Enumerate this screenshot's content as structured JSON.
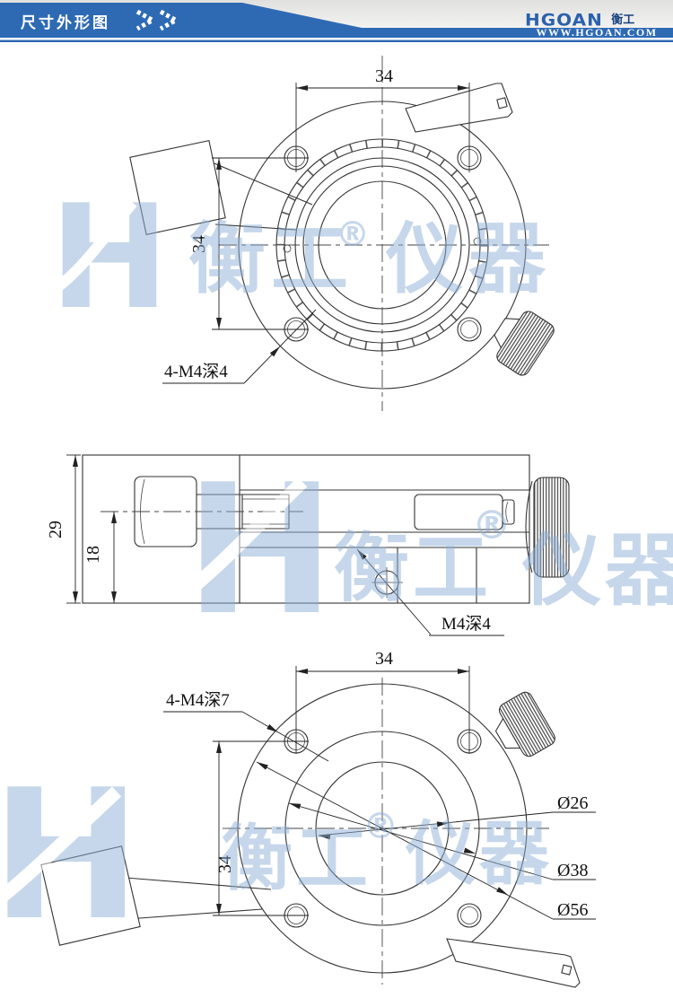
{
  "header": {
    "title": "尺寸外形图",
    "logo_text": "HGOAN",
    "logo_cn": "衡工",
    "website": "WWW.HGOAN.COM"
  },
  "colors": {
    "header_blue": "#2e6ab4",
    "logo_blue": "#2a61ac",
    "line": "#333333",
    "watermark_blue": "#8fb1d8"
  },
  "watermark": {
    "h": "H",
    "cn_left": "衡工",
    "registered": "®",
    "cn_right": "仪器"
  },
  "top_view": {
    "dim_width": "34",
    "dim_height": "34",
    "hole_label": "4-M4深4"
  },
  "side_view": {
    "dim_total_height": "29",
    "dim_center_height": "18",
    "hole_label": "M4深4"
  },
  "bottom_view": {
    "dim_width": "34",
    "dim_height": "34",
    "hole_label": "4-M4深7",
    "dia_inner": "Ø26",
    "dia_mid": "Ø38",
    "dia_outer": "Ø56"
  }
}
